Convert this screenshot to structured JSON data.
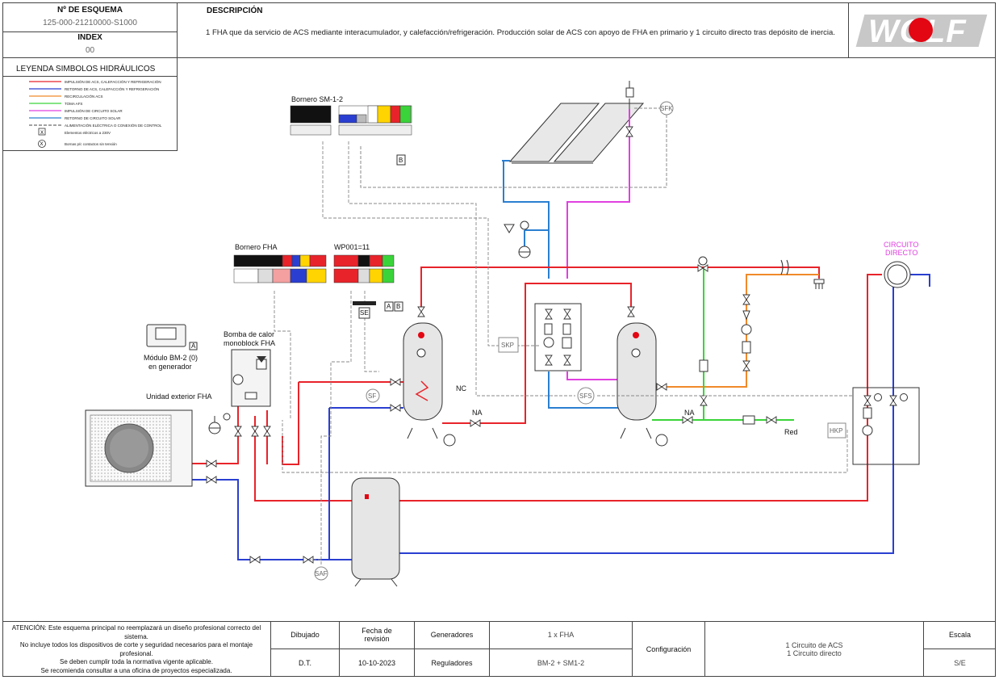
{
  "header": {
    "schema_label": "Nº DE ESQUEMA",
    "schema_value": "125-000-21210000-S1000",
    "index_label": "INDEX",
    "index_value": "00",
    "desc_label": "DESCRIPCIÓN",
    "desc_text": "1 FHA que da servicio de ACS mediante interacumulador, y calefacción/refrigeración. Producción solar de ACS con apoyo de FHA en primario y 1 circuito directo tras depósito de inercia.",
    "logo_text": "WOLF"
  },
  "legend": {
    "title": "LEYENDA SIMBOLOS HIDRÁULICOS",
    "items": [
      {
        "text": "IMPULSIÓN DE ACS, CALEFACCIÓN Y REFRIGERACIÓN",
        "color": "#e8232a"
      },
      {
        "text": "RETORNO DE ACS, CALEFACCIÓN Y REFRIGERACIÓN",
        "color": "#2a3fd1"
      },
      {
        "text": "RECIRCULACIÓN ACS",
        "color": "#f08a2a"
      },
      {
        "text": "TOMA AFS",
        "color": "#3ad43a"
      },
      {
        "text": "IMPULSIÓN DE CIRCUITO SOLAR",
        "color": "#e040e0"
      },
      {
        "text": "RETORNO DE CIRCUITO SOLAR",
        "color": "#2a7fd1"
      },
      {
        "text": "ALIMENTACIÓN ELÉCTRICA O CONEXIÓN DE CONTROL",
        "color": "#444444"
      },
      {
        "text": "Elementos eléctricos a 230V",
        "color": ""
      },
      {
        "text": "Bornas p/c contactos sin tensión",
        "color": ""
      }
    ]
  },
  "labels": {
    "bornero_sm": "Bornero SM-1-2",
    "bornero_fha": "Bornero FHA",
    "wp001": "WP001=11",
    "modulo_bm2": "Módulo BM-2 (0)",
    "en_generador": "en generador",
    "bomba_line1": "Bomba de calor",
    "bomba_line2": "monoblock FHA",
    "unidad_exterior": "Unidad exterior FHA",
    "circuito_line1": "CIRCUITO",
    "circuito_line2": "DIRECTO",
    "red": "Red",
    "na1": "NA",
    "na2": "NA",
    "nc": "NC",
    "sfk": "SFK",
    "skp": "SKP",
    "sfs": "SFS",
    "sf": "SF",
    "saf": "SAF",
    "hkp": "HKP",
    "se": "SE",
    "a_box": "A",
    "b_box": "B",
    "a2_box": "A",
    "b2_box": "B",
    "a3_box": "A"
  },
  "footer": {
    "attention": "ATENCIÓN: Este esquema principal no reemplazará un diseño profesional correcto del sistema.\nNo incluye todos los dispositivos de corte y seguridad necesarios para el montaje profesional.\nSe deben cumplir toda la normativa vigente aplicable.\nSe recomienda consultar a una oficina de proyectos especializada.",
    "dibujado_label": "Dibujado",
    "dibujado_value": "D.T.",
    "fecha_label": "Fecha de revisión",
    "fecha_value": "10-10-2023",
    "generadores_label": "Generadores",
    "generadores_value": "1 x FHA",
    "reguladores_label": "Reguladores",
    "reguladores_value": "BM-2 + SM1-2",
    "config_label": "Configuración",
    "config_value": "1 Circuito de ACS\n1 Circuito directo",
    "escala_label": "Escala",
    "escala_value": "S/E"
  }
}
